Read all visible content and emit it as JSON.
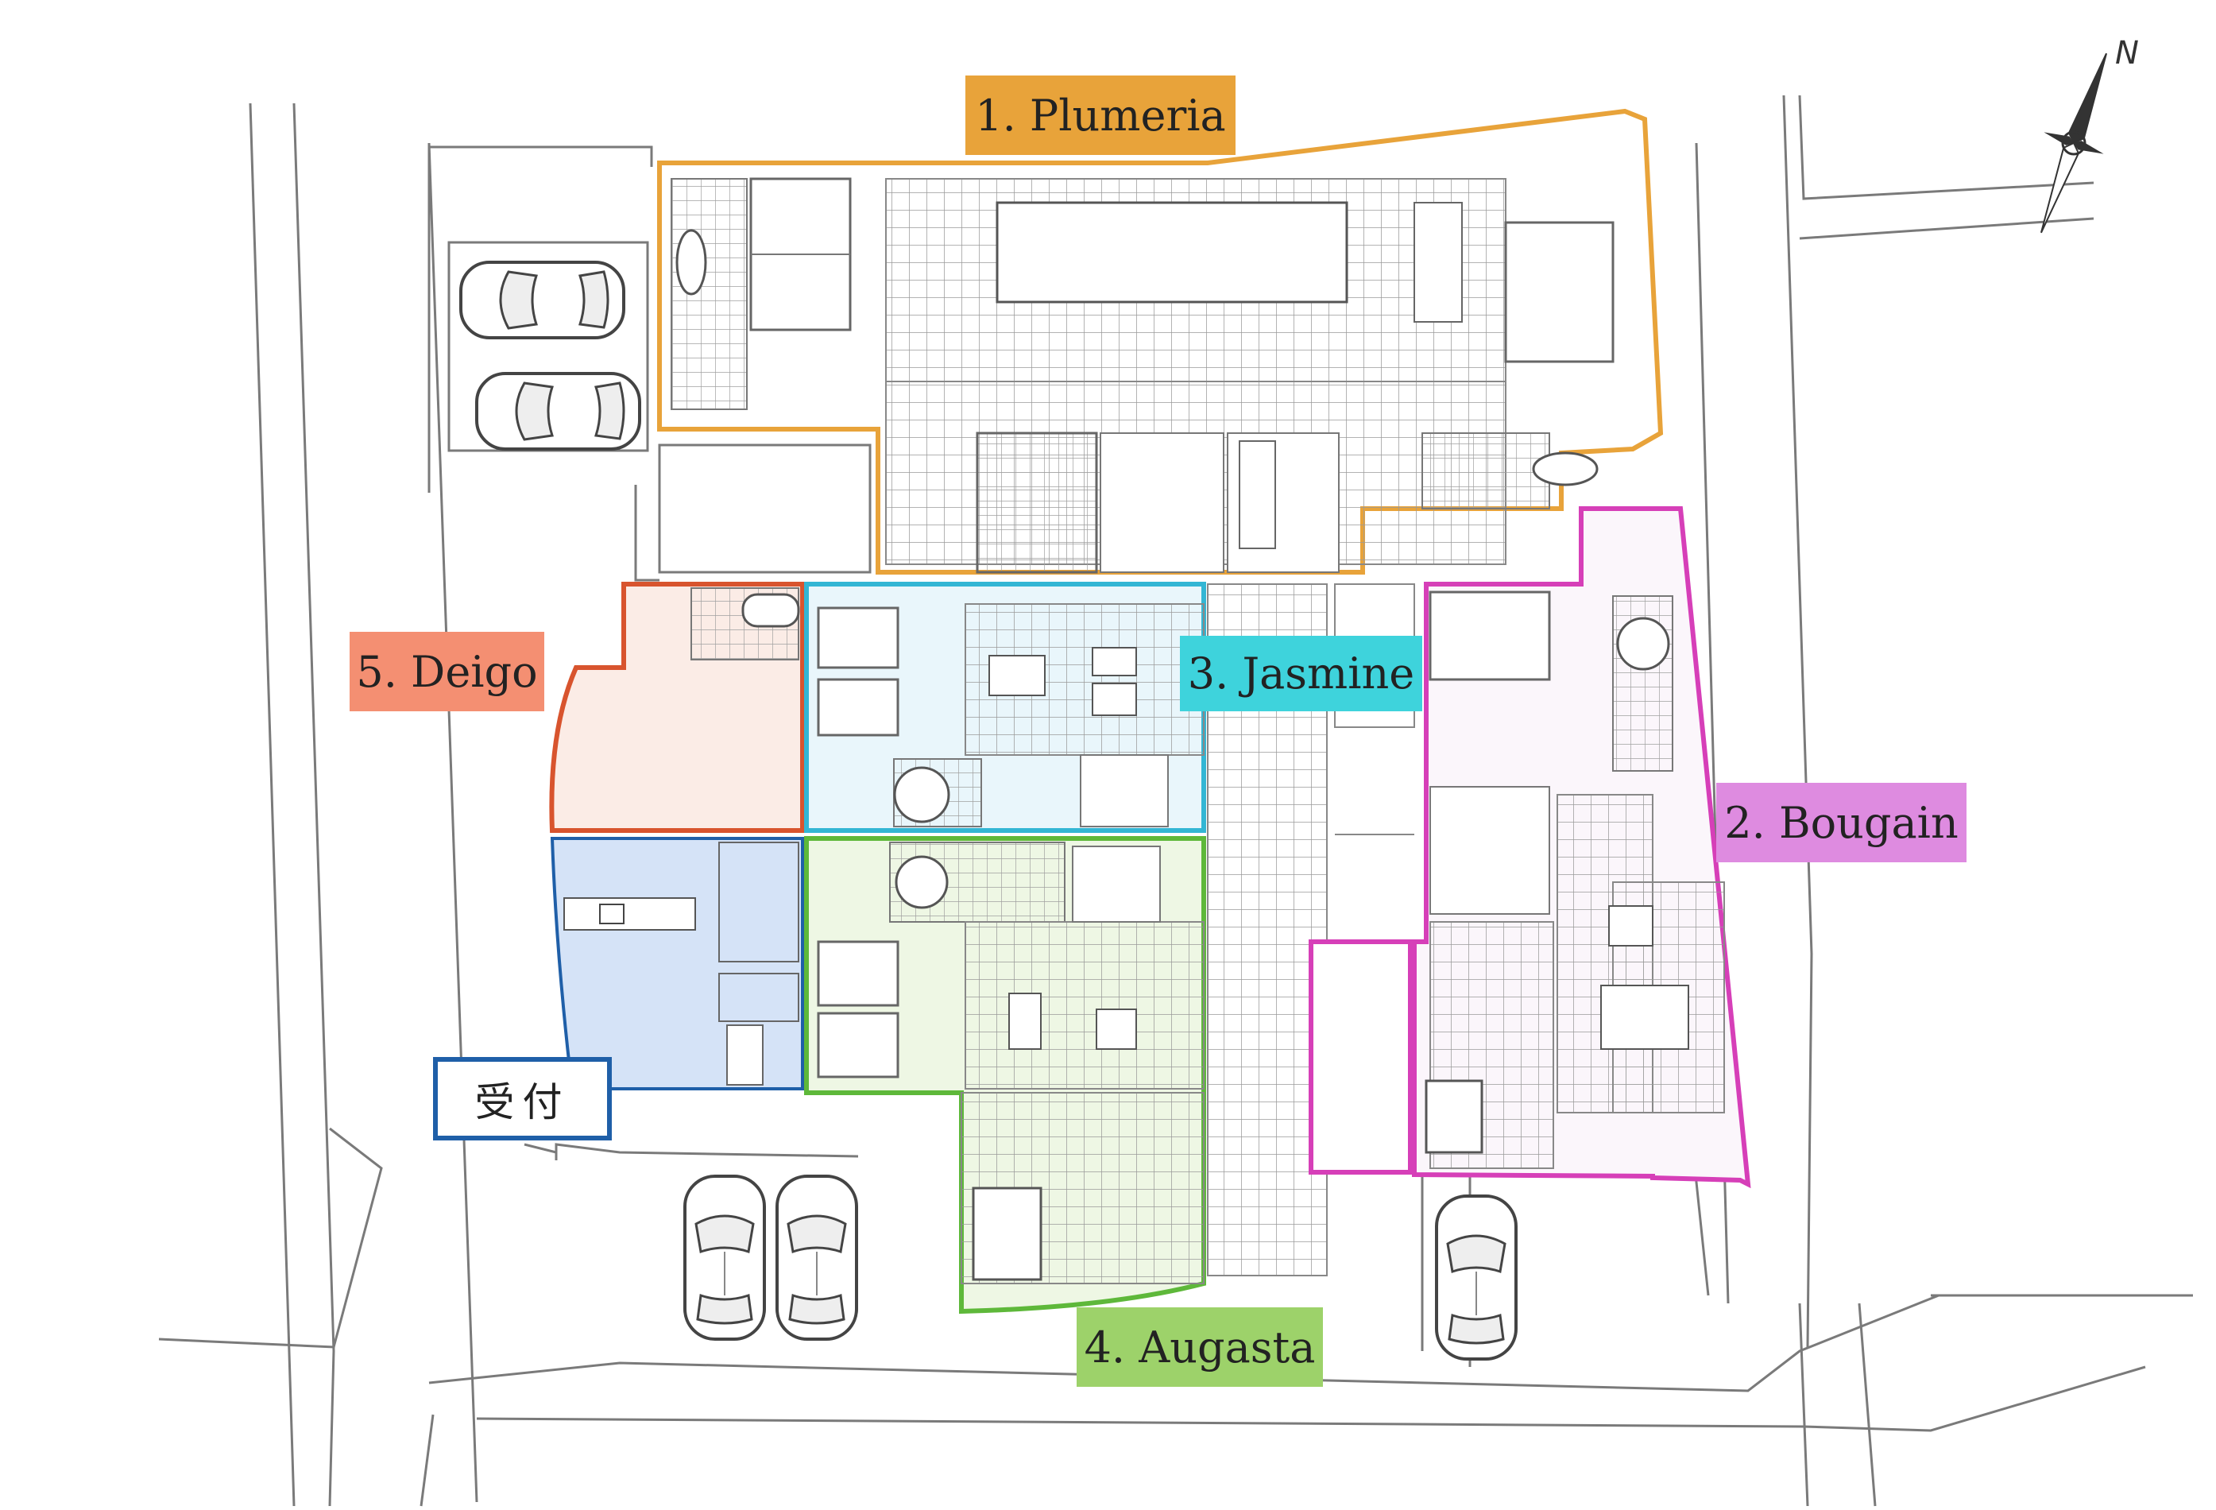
{
  "units": [
    {
      "id": "plumeria",
      "label": "1. Plumeria",
      "color": "#E8A33A",
      "fill": "#FFFFFF"
    },
    {
      "id": "bougain",
      "label": "2. Bougain",
      "color": "#D63FB8",
      "fill": "#FBF6FB",
      "label_bg": "#DE8BE0"
    },
    {
      "id": "jasmine",
      "label": "3. Jasmine",
      "color": "#33B6D4",
      "fill": "#E9F6FB",
      "label_bg": "#3ED3DC"
    },
    {
      "id": "augasta",
      "label": "4. Augasta",
      "color": "#5EB83A",
      "fill": "#EEF7E4",
      "label_bg": "#9DD26A"
    },
    {
      "id": "deigo",
      "label": "5. Deigo",
      "color": "#D8542E",
      "fill": "#FBECE6",
      "label_bg": "#F48F72"
    }
  ],
  "reception": {
    "label": "受付",
    "color": "#1F5FA8",
    "fill": "#D5E3F7"
  },
  "compass": {
    "direction": "N"
  },
  "colors": {
    "line": "#7a7a7a",
    "grid": "#9a9a9a"
  }
}
